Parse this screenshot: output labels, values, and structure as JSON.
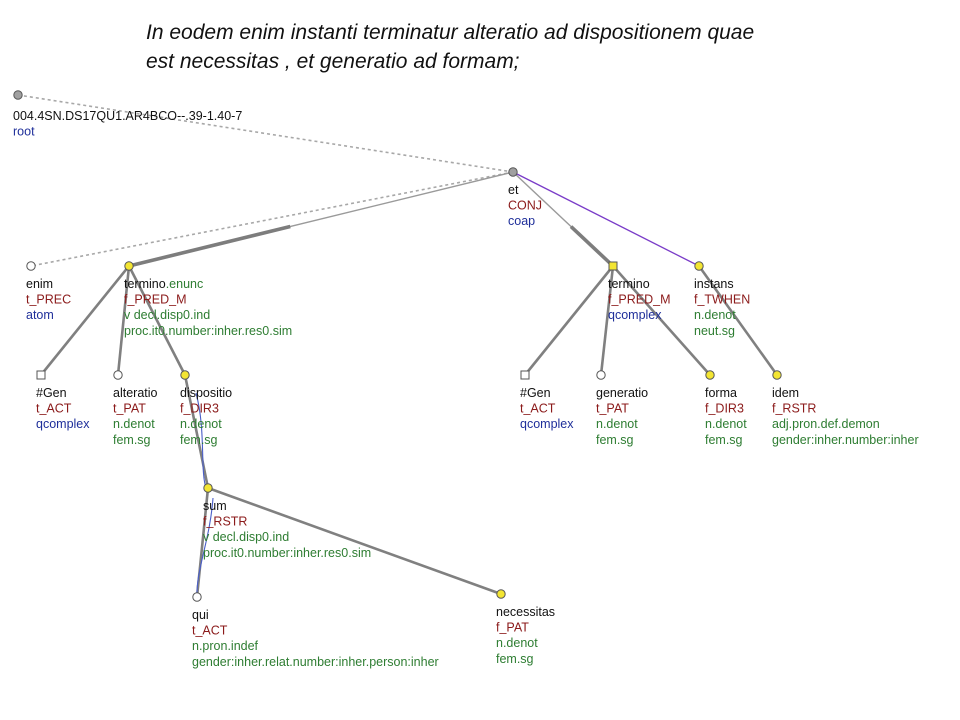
{
  "sentence": {
    "line1": "In eodem enim instanti terminatur alteratio ad dispositionem quae",
    "line2": "est necessitas , et generatio ad formam;"
  },
  "colors": {
    "background": "#ffffff",
    "word": "#111111",
    "functor": "#8b1a1a",
    "type": "#1f2f9a",
    "grammatemes": "#2e7d32",
    "edge": "#808080",
    "coref_edge": "#7a3cc8",
    "node_yellow": "#f3e532",
    "node_white": "#ffffff"
  },
  "root": {
    "id": "004.4SN.DS17QU1.AR4BCO--.39-1.40-7",
    "type": "root"
  },
  "nodes": {
    "et": {
      "shape": "circle",
      "fill": "grey",
      "lines": [
        {
          "t": "et",
          "c": "word"
        },
        {
          "t": "CONJ",
          "c": "functor"
        },
        {
          "t": "coap",
          "c": "type"
        }
      ]
    },
    "enim": {
      "shape": "circle",
      "fill": "white",
      "lines": [
        {
          "t": "enim",
          "c": "word"
        },
        {
          "t": "t_PREC",
          "c": "functor"
        },
        {
          "t": "atom",
          "c": "type"
        }
      ]
    },
    "termino1": {
      "shape": "circle",
      "fill": "yellow",
      "lines": [
        {
          "t": "termino",
          "c": "word"
        },
        {
          "t": ".enunc",
          "c": "grammatemes",
          "inline": true
        },
        {
          "t": "f_PRED_M",
          "c": "functor"
        },
        {
          "t": "v decl.disp0.ind",
          "c": "grammatemes"
        },
        {
          "t": "proc.it0.number:inher.res0.sim",
          "c": "grammatemes"
        }
      ]
    },
    "gen1": {
      "shape": "square",
      "fill": "white",
      "lines": [
        {
          "t": "#Gen",
          "c": "word"
        },
        {
          "t": "t_ACT",
          "c": "functor"
        },
        {
          "t": "qcomplex",
          "c": "type"
        }
      ]
    },
    "alteratio": {
      "shape": "circle",
      "fill": "white",
      "lines": [
        {
          "t": "alteratio",
          "c": "word"
        },
        {
          "t": "t_PAT",
          "c": "functor"
        },
        {
          "t": "n.denot",
          "c": "grammatemes"
        },
        {
          "t": "fem.sg",
          "c": "grammatemes"
        }
      ]
    },
    "dispositio": {
      "shape": "circle",
      "fill": "yellow",
      "lines": [
        {
          "t": "dispositio",
          "c": "word"
        },
        {
          "t": "f_DIR3",
          "c": "functor"
        },
        {
          "t": "n.denot",
          "c": "grammatemes"
        },
        {
          "t": "fem.sg",
          "c": "grammatemes"
        }
      ]
    },
    "sum": {
      "shape": "circle",
      "fill": "yellow",
      "lines": [
        {
          "t": "sum",
          "c": "word"
        },
        {
          "t": "f_RSTR",
          "c": "functor"
        },
        {
          "t": "v decl.disp0.ind",
          "c": "grammatemes"
        },
        {
          "t": "proc.it0.number:inher.res0.sim",
          "c": "grammatemes"
        }
      ]
    },
    "qui": {
      "shape": "circle",
      "fill": "white",
      "lines": [
        {
          "t": "qui",
          "c": "word"
        },
        {
          "t": "t_ACT",
          "c": "functor"
        },
        {
          "t": "n.pron.indef",
          "c": "grammatemes"
        },
        {
          "t": "gender:inher.relat.number:inher.person:inher",
          "c": "grammatemes"
        }
      ]
    },
    "necessitas": {
      "shape": "circle",
      "fill": "yellow",
      "lines": [
        {
          "t": "necessitas",
          "c": "word"
        },
        {
          "t": "f_PAT",
          "c": "functor"
        },
        {
          "t": "n.denot",
          "c": "grammatemes"
        },
        {
          "t": "fem.sg",
          "c": "grammatemes"
        }
      ]
    },
    "termino2": {
      "shape": "square",
      "fill": "yellow",
      "lines": [
        {
          "t": "termino",
          "c": "word"
        },
        {
          "t": "f_PRED_M",
          "c": "functor"
        },
        {
          "t": "qcomplex",
          "c": "type"
        }
      ]
    },
    "instans": {
      "shape": "circle",
      "fill": "yellow",
      "lines": [
        {
          "t": "instans",
          "c": "word"
        },
        {
          "t": "f_TWHEN",
          "c": "functor"
        },
        {
          "t": "n.denot",
          "c": "grammatemes"
        },
        {
          "t": "neut.sg",
          "c": "grammatemes"
        }
      ]
    },
    "gen2": {
      "shape": "square",
      "fill": "white",
      "lines": [
        {
          "t": "#Gen",
          "c": "word"
        },
        {
          "t": "t_ACT",
          "c": "functor"
        },
        {
          "t": "qcomplex",
          "c": "type"
        }
      ]
    },
    "generatio": {
      "shape": "circle",
      "fill": "white",
      "lines": [
        {
          "t": "generatio",
          "c": "word"
        },
        {
          "t": "t_PAT",
          "c": "functor"
        },
        {
          "t": "n.denot",
          "c": "grammatemes"
        },
        {
          "t": "fem.sg",
          "c": "grammatemes"
        }
      ]
    },
    "forma": {
      "shape": "circle",
      "fill": "yellow",
      "lines": [
        {
          "t": "forma",
          "c": "word"
        },
        {
          "t": "f_DIR3",
          "c": "functor"
        },
        {
          "t": "n.denot",
          "c": "grammatemes"
        },
        {
          "t": "fem.sg",
          "c": "grammatemes"
        }
      ]
    },
    "idem": {
      "shape": "circle",
      "fill": "yellow",
      "lines": [
        {
          "t": "idem",
          "c": "word"
        },
        {
          "t": "f_RSTR",
          "c": "functor"
        },
        {
          "t": "adj.pron.def.demon",
          "c": "grammatemes"
        },
        {
          "t": "gender:inher.number:inher",
          "c": "grammatemes"
        }
      ]
    }
  },
  "edges": [
    {
      "from": "root",
      "to": "et",
      "style": "dotted"
    },
    {
      "from": "et",
      "to": "enim",
      "style": "dotted"
    },
    {
      "from": "et",
      "to": "termino1",
      "style": "coord"
    },
    {
      "from": "et",
      "to": "termino2",
      "style": "coord"
    },
    {
      "from": "et",
      "to": "instans",
      "style": "coref"
    },
    {
      "from": "termino1",
      "to": "gen1",
      "style": "solid"
    },
    {
      "from": "termino1",
      "to": "alteratio",
      "style": "solid"
    },
    {
      "from": "termino1",
      "to": "dispositio",
      "style": "solid"
    },
    {
      "from": "dispositio",
      "to": "sum",
      "style": "solid"
    },
    {
      "from": "sum",
      "to": "qui",
      "style": "solid"
    },
    {
      "from": "sum",
      "to": "necessitas",
      "style": "solid"
    },
    {
      "from": "termino2",
      "to": "gen2",
      "style": "solid"
    },
    {
      "from": "termino2",
      "to": "generatio",
      "style": "solid"
    },
    {
      "from": "termino2",
      "to": "forma",
      "style": "solid"
    },
    {
      "from": "instans",
      "to": "idem",
      "style": "solid"
    }
  ]
}
